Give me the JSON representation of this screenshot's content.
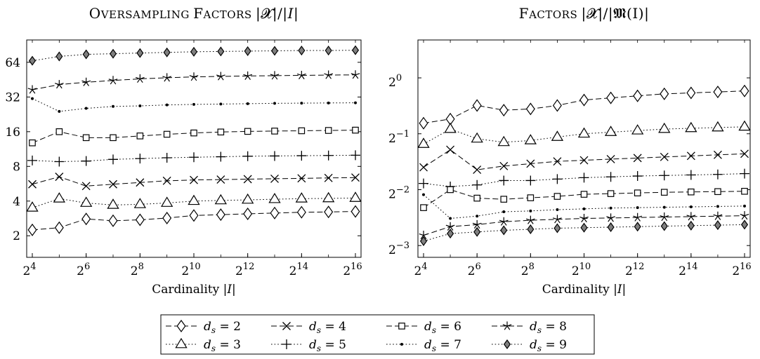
{
  "chart_data": [
    {
      "type": "line",
      "title_parts": [
        "O",
        "VERSAMPLING ",
        "F",
        "ACTORS ",
        "|𝓧|/|",
        "I",
        "|"
      ],
      "xlabel": "Cardinality |I|",
      "x_scale": "log2",
      "y_scale": "log2",
      "xlim": [
        16,
        65536
      ],
      "ylim": [
        1.3,
        100
      ],
      "x_ticks": [
        {
          "base": "2",
          "exp": "4",
          "value": 16
        },
        {
          "base": "2",
          "exp": "6",
          "value": 64
        },
        {
          "base": "2",
          "exp": "8",
          "value": 256
        },
        {
          "base": "2",
          "exp": "10",
          "value": 1024
        },
        {
          "base": "2",
          "exp": "12",
          "value": 4096
        },
        {
          "base": "2",
          "exp": "14",
          "value": 16384
        },
        {
          "base": "2",
          "exp": "16",
          "value": 65536
        }
      ],
      "y_ticks": [
        {
          "label": "2",
          "value": 2
        },
        {
          "label": "4",
          "value": 4
        },
        {
          "label": "8",
          "value": 8
        },
        {
          "label": "16",
          "value": 16
        },
        {
          "label": "32",
          "value": 32
        },
        {
          "label": "64",
          "value": 64
        }
      ],
      "x": [
        16,
        32,
        64,
        128,
        256,
        512,
        1024,
        2048,
        4096,
        8192,
        16384,
        32768,
        65536
      ],
      "series": [
        {
          "name": "d_s = 2",
          "ds": 2,
          "values": [
            2.25,
            2.35,
            2.8,
            2.7,
            2.75,
            2.85,
            3.0,
            3.05,
            3.1,
            3.15,
            3.2,
            3.22,
            3.25
          ]
        },
        {
          "name": "d_s = 3",
          "ds": 3,
          "values": [
            3.5,
            4.2,
            3.85,
            3.7,
            3.75,
            3.85,
            4.0,
            4.05,
            4.1,
            4.15,
            4.2,
            4.22,
            4.25
          ]
        },
        {
          "name": "d_s = 4",
          "ds": 4,
          "values": [
            5.6,
            6.5,
            5.4,
            5.6,
            5.8,
            6.0,
            6.1,
            6.15,
            6.2,
            6.25,
            6.3,
            6.35,
            6.4
          ]
        },
        {
          "name": "d_s = 5",
          "ds": 5,
          "values": [
            9.0,
            8.8,
            8.9,
            9.2,
            9.35,
            9.5,
            9.6,
            9.7,
            9.8,
            9.85,
            9.9,
            9.95,
            10.0
          ]
        },
        {
          "name": "d_s = 6",
          "ds": 6,
          "values": [
            12.8,
            16.0,
            14.2,
            14.2,
            14.7,
            15.2,
            15.6,
            15.9,
            16.1,
            16.2,
            16.3,
            16.4,
            16.5
          ]
        },
        {
          "name": "d_s = 7",
          "ds": 7,
          "values": [
            31.0,
            24.0,
            25.5,
            26.5,
            26.8,
            27.3,
            27.6,
            27.8,
            28.0,
            28.2,
            28.3,
            28.4,
            28.5
          ]
        },
        {
          "name": "d_s = 8",
          "ds": 8,
          "values": [
            37.0,
            41.0,
            43.0,
            44.5,
            46.0,
            47.0,
            47.8,
            48.3,
            48.7,
            49.0,
            49.3,
            49.6,
            49.8
          ]
        },
        {
          "name": "d_s = 9",
          "ds": 9,
          "values": [
            66.0,
            72.0,
            75.0,
            76.0,
            77.0,
            78.0,
            79.0,
            79.5,
            80.0,
            80.5,
            81.0,
            81.0,
            81.5
          ]
        }
      ]
    },
    {
      "type": "line",
      "title_parts": [
        "F",
        "ACTORS ",
        "|𝓧|/|",
        "𝕸(I)",
        "|"
      ],
      "xlabel": "Cardinality |I|",
      "x_scale": "log2",
      "y_scale": "log2",
      "xlim": [
        16,
        65536
      ],
      "ylim": [
        0.108,
        1.6
      ],
      "x_ticks": [
        {
          "base": "2",
          "exp": "4",
          "value": 16
        },
        {
          "base": "2",
          "exp": "6",
          "value": 64
        },
        {
          "base": "2",
          "exp": "8",
          "value": 256
        },
        {
          "base": "2",
          "exp": "10",
          "value": 1024
        },
        {
          "base": "2",
          "exp": "12",
          "value": 4096
        },
        {
          "base": "2",
          "exp": "14",
          "value": 16384
        },
        {
          "base": "2",
          "exp": "16",
          "value": 65536
        }
      ],
      "y_ticks": [
        {
          "base": "2",
          "exp": "−3",
          "value": 0.125
        },
        {
          "base": "2",
          "exp": "−2",
          "value": 0.25
        },
        {
          "base": "2",
          "exp": "−1",
          "value": 0.5
        },
        {
          "base": "2",
          "exp": "0",
          "value": 1
        }
      ],
      "x": [
        16,
        32,
        64,
        128,
        256,
        512,
        1024,
        2048,
        4096,
        8192,
        16384,
        32768,
        65536
      ],
      "series": [
        {
          "name": "d_s = 2",
          "ds": 2,
          "values": [
            0.57,
            0.6,
            0.71,
            0.67,
            0.68,
            0.71,
            0.76,
            0.78,
            0.8,
            0.82,
            0.83,
            0.84,
            0.85
          ]
        },
        {
          "name": "d_s = 3",
          "ds": 3,
          "values": [
            0.44,
            0.53,
            0.47,
            0.45,
            0.46,
            0.48,
            0.5,
            0.51,
            0.52,
            0.53,
            0.535,
            0.54,
            0.545
          ]
        },
        {
          "name": "d_s = 4",
          "ds": 4,
          "values": [
            0.33,
            0.41,
            0.32,
            0.335,
            0.345,
            0.355,
            0.36,
            0.365,
            0.37,
            0.375,
            0.38,
            0.385,
            0.39
          ]
        },
        {
          "name": "d_s = 5",
          "ds": 5,
          "values": [
            0.27,
            0.26,
            0.265,
            0.28,
            0.28,
            0.285,
            0.29,
            0.293,
            0.296,
            0.298,
            0.3,
            0.302,
            0.305
          ]
        },
        {
          "name": "d_s = 6",
          "ds": 6,
          "values": [
            0.2,
            0.25,
            0.225,
            0.222,
            0.226,
            0.23,
            0.236,
            0.238,
            0.24,
            0.242,
            0.243,
            0.244,
            0.245
          ]
        },
        {
          "name": "d_s = 7",
          "ds": 7,
          "values": [
            0.235,
            0.175,
            0.18,
            0.19,
            0.192,
            0.195,
            0.197,
            0.199,
            0.2,
            0.201,
            0.202,
            0.203,
            0.204
          ]
        },
        {
          "name": "d_s = 8",
          "ds": 8,
          "values": [
            0.142,
            0.158,
            0.162,
            0.168,
            0.171,
            0.173,
            0.175,
            0.176,
            0.177,
            0.178,
            0.179,
            0.18,
            0.181
          ]
        },
        {
          "name": "d_s = 9",
          "ds": 9,
          "values": [
            0.132,
            0.145,
            0.148,
            0.151,
            0.153,
            0.155,
            0.156,
            0.157,
            0.158,
            0.159,
            0.16,
            0.161,
            0.162
          ]
        }
      ]
    }
  ],
  "legend": {
    "rows": [
      [
        {
          "ds": 2,
          "var": "d",
          "sub": "s",
          "rest": " = 2"
        },
        {
          "ds": 4,
          "var": "d",
          "sub": "s",
          "rest": " = 4"
        },
        {
          "ds": 6,
          "var": "d",
          "sub": "s",
          "rest": " = 6"
        },
        {
          "ds": 8,
          "var": "d",
          "sub": "s",
          "rest": " = 8"
        }
      ],
      [
        {
          "ds": 3,
          "var": "d",
          "sub": "s",
          "rest": " = 3"
        },
        {
          "ds": 5,
          "var": "d",
          "sub": "s",
          "rest": " = 5"
        },
        {
          "ds": 7,
          "var": "d",
          "sub": "s",
          "rest": " = 7"
        },
        {
          "ds": 9,
          "var": "d",
          "sub": "s",
          "rest": " = 9"
        }
      ]
    ]
  },
  "styles": {
    "2": {
      "marker": "diamond",
      "dash": "dashed",
      "fill": "#ffffff"
    },
    "3": {
      "marker": "triangle",
      "dash": "dotted",
      "fill": "#ffffff"
    },
    "4": {
      "marker": "cross",
      "dash": "dashed",
      "fill": "none"
    },
    "5": {
      "marker": "plus",
      "dash": "dotted",
      "fill": "none"
    },
    "6": {
      "marker": "square",
      "dash": "dashed",
      "fill": "#ffffff"
    },
    "7": {
      "marker": "dot",
      "dash": "dotted",
      "fill": "#000000"
    },
    "8": {
      "marker": "star",
      "dash": "dashed",
      "fill": "none"
    },
    "9": {
      "marker": "filled-diamond",
      "dash": "dotted",
      "fill": "#7f7f7f"
    }
  }
}
